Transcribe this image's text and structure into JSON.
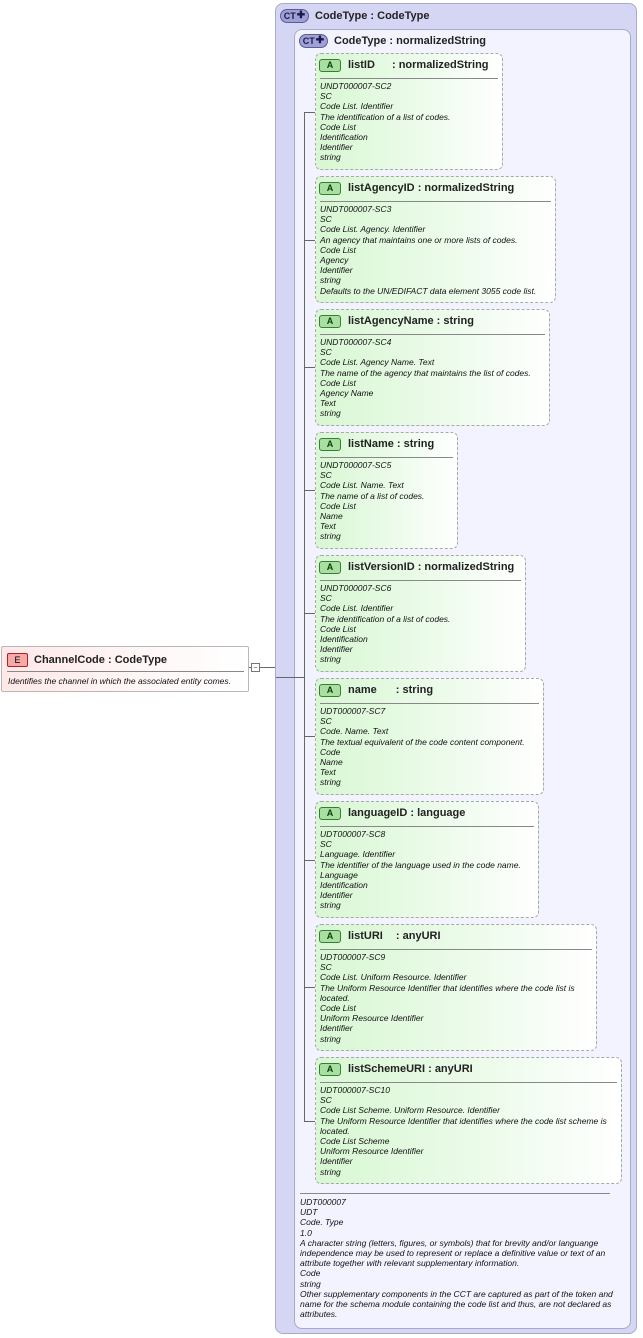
{
  "element": {
    "tag": "E",
    "name": "ChannelCode",
    "type": "CodeType",
    "documentation": "Identifies the channel in which the associated entity comes."
  },
  "outer_complex_type": {
    "tag": "CT",
    "name": "CodeType",
    "base": "CodeType"
  },
  "inner_complex_type": {
    "tag": "CT",
    "name": "CodeType",
    "base": "normalizedString",
    "documentation": [
      "UDT000007",
      "UDT",
      "Code. Type",
      "1.0",
      "A character string (letters, figures, or symbols) that for brevity and/or languange independence may be used to represent or replace a definitive value or text of an attribute together with relevant supplementary information.",
      "Code",
      "string",
      "Other supplementary components in the CCT are captured as part of the token and name for the schema module containing the code list and thus, are not declared as attributes."
    ]
  },
  "attributes": [
    {
      "tag": "A",
      "name": "listID",
      "type": "normalizedString",
      "documentation": [
        "UNDT000007-SC2",
        "SC",
        "Code List. Identifier",
        "The identification of a list of codes.",
        "Code List",
        "Identification",
        "Identifier",
        "string"
      ]
    },
    {
      "tag": "A",
      "name": "listAgencyID",
      "type": "normalizedString",
      "documentation": [
        "UNDT000007-SC3",
        "SC",
        "Code List. Agency. Identifier",
        "An agency that maintains one or more lists of codes.",
        "Code List",
        "Agency",
        "Identifier",
        "string",
        "Defaults to the UN/EDIFACT data element 3055 code list."
      ]
    },
    {
      "tag": "A",
      "name": "listAgencyName",
      "type": "string",
      "documentation": [
        "UNDT000007-SC4",
        "SC",
        "Code List. Agency Name. Text",
        "The name of the agency that maintains the list of codes.",
        "Code List",
        "Agency Name",
        "Text",
        "string"
      ]
    },
    {
      "tag": "A",
      "name": "listName",
      "type": "string",
      "documentation": [
        "UNDT000007-SC5",
        "SC",
        "Code List. Name. Text",
        "The name of a list of codes.",
        "Code List",
        "Name",
        "Text",
        "string"
      ]
    },
    {
      "tag": "A",
      "name": "listVersionID",
      "type": "normalizedString",
      "documentation": [
        "UNDT000007-SC6",
        "SC",
        "Code List. Identifier",
        "The identification of a list of codes.",
        "Code List",
        "Identification",
        "Identifier",
        "string"
      ]
    },
    {
      "tag": "A",
      "name": "name",
      "type": "string",
      "documentation": [
        "UDT000007-SC7",
        "SC",
        "Code. Name. Text",
        "The textual equivalent of the code content component.",
        "Code",
        "Name",
        "Text",
        "string"
      ]
    },
    {
      "tag": "A",
      "name": "languageID",
      "type": "language",
      "documentation": [
        "UDT000007-SC8",
        "SC",
        "Language. Identifier",
        "The identifier of the language used in the code name.",
        "Language",
        "Identification",
        "Identifier",
        "string"
      ]
    },
    {
      "tag": "A",
      "name": "listURI",
      "type": "anyURI",
      "documentation": [
        "UDT000007-SC9",
        "SC",
        "Code List. Uniform Resource. Identifier",
        "The Uniform Resource Identifier that identifies where the code list is located.",
        "Code List",
        "Uniform Resource Identifier",
        "Identifier",
        "string"
      ]
    },
    {
      "tag": "A",
      "name": "listSchemeURI",
      "type": "anyURI",
      "documentation": [
        "UDT000007-SC10",
        "SC",
        "Code List Scheme. Uniform Resource. Identifier",
        "The Uniform Resource Identifier that identifies where the code list scheme is located.",
        "Code List Scheme",
        "Uniform Resource Identifier",
        "Identifier",
        "string"
      ]
    }
  ],
  "colors": {
    "element_fill": "#ffe8e8",
    "complex_type_outer_fill": "#d5d5f4",
    "complex_type_inner_fill": "#f3f3ff",
    "attribute_fill": "#d8f7d3"
  }
}
